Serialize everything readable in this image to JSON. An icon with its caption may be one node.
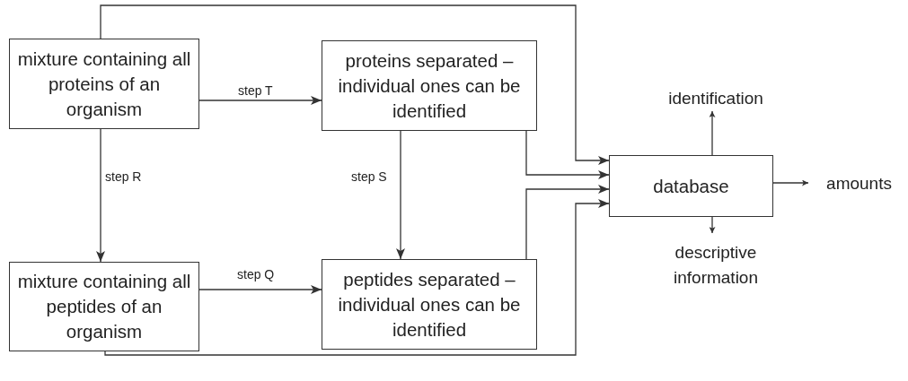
{
  "diagram": {
    "nodes": [
      {
        "text": [
          "mixture containing all proteins of an organism"
        ]
      },
      {
        "text": [
          "proteins separated – individual ones can be identified"
        ]
      },
      {
        "text": [
          "mixture containing all peptides of an organism"
        ]
      },
      {
        "text": [
          "peptides separated – individual ones can be identified"
        ]
      },
      {
        "text": [
          "database"
        ]
      },
      {
        "text": [
          "identification"
        ]
      },
      {
        "text": [
          "amounts"
        ]
      },
      {
        "text": [
          "descriptive information"
        ]
      }
    ],
    "edges": [
      {
        "from": 0,
        "to": 1,
        "arrow": "to",
        "label": "step T"
      },
      {
        "from": 0,
        "to": 2,
        "arrow": "to",
        "label": "step R"
      },
      {
        "from": 1,
        "to": 3,
        "arrow": "to",
        "label": "step S"
      },
      {
        "from": 2,
        "to": 3,
        "arrow": "to",
        "label": "step Q"
      },
      {
        "from": 0,
        "to": 4,
        "arrow": "to"
      },
      {
        "from": 1,
        "to": 4,
        "arrow": "to"
      },
      {
        "from": 3,
        "to": 4,
        "arrow": "to"
      },
      {
        "from": 2,
        "to": 4,
        "arrow": "to"
      },
      {
        "from": 4,
        "to": 5,
        "arrow": "to"
      },
      {
        "from": 4,
        "to": 6,
        "arrow": "to"
      },
      {
        "from": 4,
        "to": 7,
        "arrow": "to"
      }
    ]
  }
}
